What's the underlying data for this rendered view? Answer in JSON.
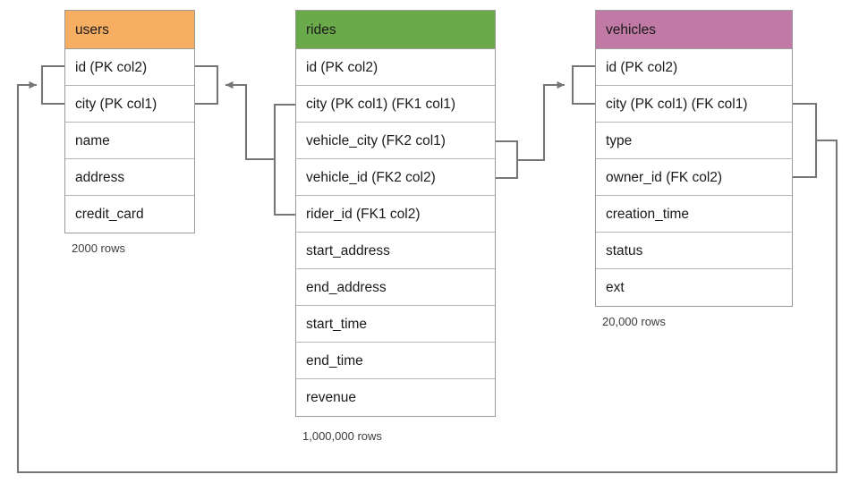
{
  "diagram": {
    "type": "entity-relationship-diagram",
    "background": "#ffffff",
    "line_color": "#767676"
  },
  "tables": [
    {
      "id": "users",
      "name": "users",
      "header_color": "#f5ae62",
      "row_count_label": "2000 rows",
      "columns": [
        {
          "label": "id (PK col2)"
        },
        {
          "label": "city (PK col1)"
        },
        {
          "label": "name"
        },
        {
          "label": "address"
        },
        {
          "label": "credit_card"
        }
      ]
    },
    {
      "id": "rides",
      "name": "rides",
      "header_color": "#6baa4b",
      "row_count_label": "1,000,000 rows",
      "columns": [
        {
          "label": "id (PK col2)"
        },
        {
          "label": "city (PK col1) (FK1 col1)"
        },
        {
          "label": "vehicle_city (FK2 col1)"
        },
        {
          "label": "vehicle_id (FK2 col2)"
        },
        {
          "label": "rider_id (FK1 col2)"
        },
        {
          "label": "start_address"
        },
        {
          "label": "end_address"
        },
        {
          "label": "start_time"
        },
        {
          "label": "end_time"
        },
        {
          "label": "revenue"
        }
      ]
    },
    {
      "id": "vehicles",
      "name": "vehicles",
      "header_color": "#c179a6",
      "row_count_label": "20,000 rows",
      "columns": [
        {
          "label": "id (PK col2)"
        },
        {
          "label": "city (PK col1) (FK col1)"
        },
        {
          "label": "type"
        },
        {
          "label": "owner_id (FK col2)"
        },
        {
          "label": "creation_time"
        },
        {
          "label": "status"
        },
        {
          "label": "ext"
        }
      ]
    }
  ],
  "relationships": [
    {
      "id": "rides-fk1-users",
      "from_table": "rides",
      "from_columns": [
        "city (PK col1) (FK1 col1)",
        "rider_id (FK1 col2)"
      ],
      "to_table": "users",
      "to_columns": [
        "id (PK col2)",
        "city (PK col1)"
      ],
      "arrow_at": "users"
    },
    {
      "id": "rides-fk2-vehicles",
      "from_table": "rides",
      "from_columns": [
        "vehicle_city (FK2 col1)",
        "vehicle_id (FK2 col2)"
      ],
      "to_table": "vehicles",
      "to_columns": [
        "id (PK col2)",
        "city (PK col1) (FK col1)"
      ],
      "arrow_at": "vehicles"
    },
    {
      "id": "vehicles-fk-users",
      "from_table": "vehicles",
      "from_columns": [
        "city (PK col1) (FK col1)",
        "owner_id (FK col2)"
      ],
      "to_table": "users",
      "to_columns": [
        "id (PK col2)",
        "city (PK col1)"
      ],
      "arrow_at": "users"
    }
  ]
}
